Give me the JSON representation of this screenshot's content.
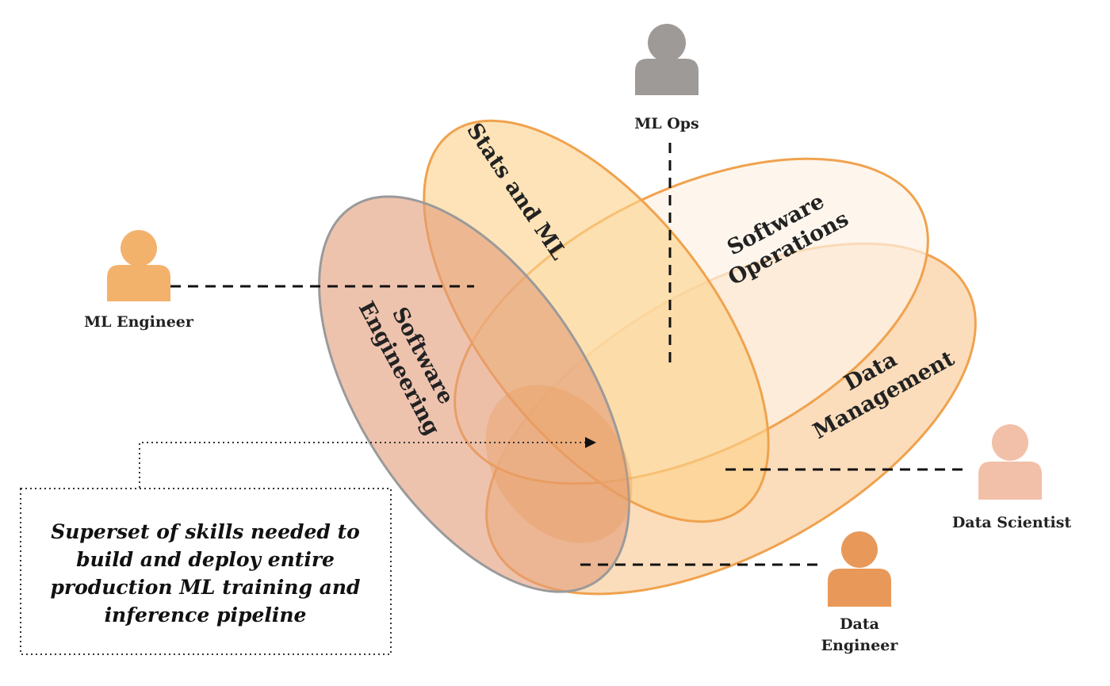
{
  "areas": {
    "stats_ml": "Stats and ML",
    "software_operations": [
      "Software",
      "Operations"
    ],
    "data_management": [
      "Data",
      "Management"
    ],
    "software_engineering": [
      "Software",
      "Engineering"
    ]
  },
  "roles": {
    "ml_ops": "ML Ops",
    "ml_engineer": "ML Engineer",
    "data_scientist": "Data Scientist",
    "data_engineer": [
      "Data",
      "Engineer"
    ]
  },
  "callout": {
    "lines": [
      "Superset of skills needed to",
      "build and deploy entire",
      "production ML training and",
      "inference pipeline"
    ]
  },
  "colors": {
    "stats_ml_fill": "#fcd28a",
    "software_operations_fill": "#fdf5ec",
    "data_management_fill": "#f8c690",
    "software_engineering_fill": "#e9a88a",
    "outline_orange": "#f0a24e",
    "outline_gray": "#9a9a9a",
    "person_gray": "#9e9a98",
    "person_ml_engineer": "#f3b26c",
    "person_data_scientist": "#f2c0a8",
    "person_data_engineer": "#e8995a"
  }
}
